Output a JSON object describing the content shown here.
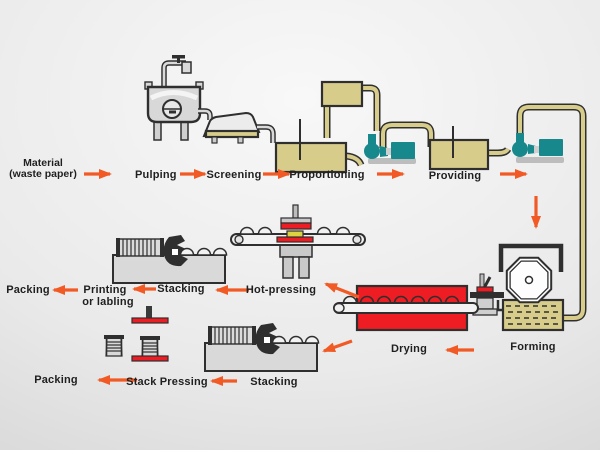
{
  "colors": {
    "bg_light": "#f8f8f8",
    "bg_mid": "#eaeaea",
    "bg_dark": "#cfcfcf",
    "arrow": "#f15a24",
    "outline": "#2f2f2f",
    "tank": "#d8cc8b",
    "teal": "#17898c",
    "red": "#ee1c23",
    "machine": "#d9d9d9",
    "machine_dark": "#bdbdbd",
    "belt": "#f2f2f2",
    "yellow": "#ddd23f",
    "text": "#1f1f1f"
  },
  "labels": {
    "material1": "Material",
    "material2": "(waste paper)",
    "pulping": "Pulping",
    "screening": "Screening",
    "proportioning": "Proportioning",
    "providing": "Providing",
    "forming": "Forming",
    "drying": "Drying",
    "hot_pressing": "Hot-pressing",
    "stacking_top": "Stacking",
    "printing1": "Printing",
    "printing2": "or labling",
    "packing_top": "Packing",
    "stacking_bottom": "Stacking",
    "stack_pressing": "Stack Pressing",
    "packing_bottom": "Packing"
  }
}
